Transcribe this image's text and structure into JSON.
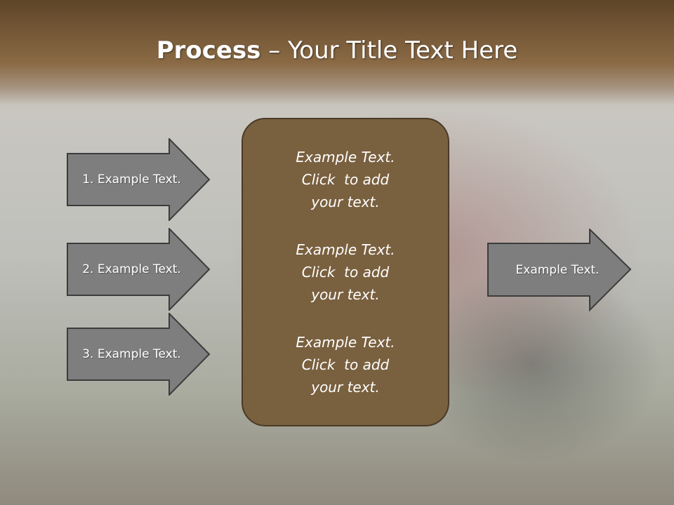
{
  "slide": {
    "title_bold": "Process",
    "title_rest": " – Your Title Text Here",
    "left_steps": [
      {
        "label": "1. Example Text."
      },
      {
        "label": "2. Example Text."
      },
      {
        "label": "3. Example Text."
      }
    ],
    "center_box": {
      "paragraphs": [
        "Example Text.\nClick  to add\nyour text.",
        "Example Text.\nClick  to add\nyour text.",
        "Example Text.\nClick  to add\nyour text."
      ]
    },
    "right_arrow": {
      "label": "Example Text."
    }
  },
  "colors": {
    "header_brown": "#7a5a38",
    "arrow_fill": "#808080",
    "arrow_stroke": "#3c3c3c",
    "center_box_fill": "#79603f"
  }
}
